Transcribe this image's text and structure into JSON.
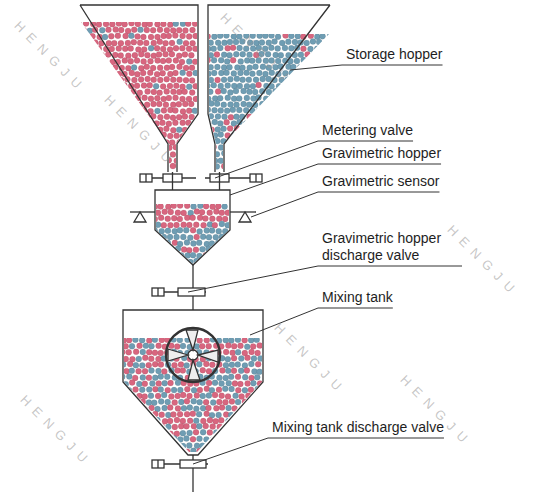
{
  "diagram": {
    "labels": [
      "Storage hopper",
      "Metering valve",
      "Gravimetric hopper",
      "Gravimetric sensor",
      "Gravimetric hopper discharge valve",
      "Mixing tank",
      "Mixing tank discharge valve",
      "HENGJU",
      "HENGJU",
      "HENGJU",
      "HENGJU",
      "HENGJU",
      "HENGJU",
      "HENGJU"
    ]
  }
}
